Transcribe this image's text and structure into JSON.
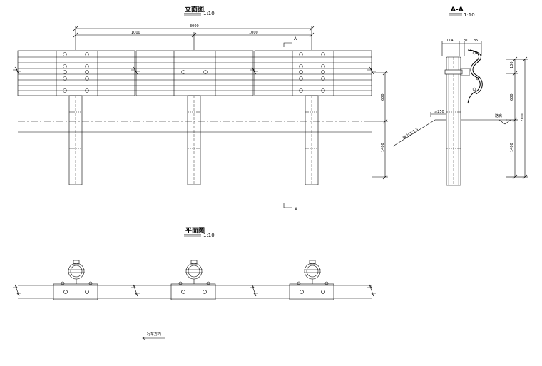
{
  "elevation_view": {
    "title": "立面图",
    "scale": "1:10",
    "total_length": "3000",
    "sub_length_left": "1000",
    "sub_length_right": "1000",
    "section_mark_top": "A",
    "section_mark_bottom": "A",
    "dim_above_ground": "600",
    "dim_below_ground": "1400"
  },
  "section_view": {
    "title": "A-A",
    "scale": "1:10",
    "dim_a": "114",
    "dim_b": "31",
    "dim_c": "85",
    "dim_top": "100",
    "dim_mid": "600",
    "dim_total": "2100",
    "dim_bottom": "1400",
    "slope_label": "坡 比1:1.5",
    "offset_label": "≥250",
    "road_label": "路肩"
  },
  "plan_view": {
    "title": "平面图",
    "scale": "1:10",
    "direction_label": "行车方向"
  }
}
